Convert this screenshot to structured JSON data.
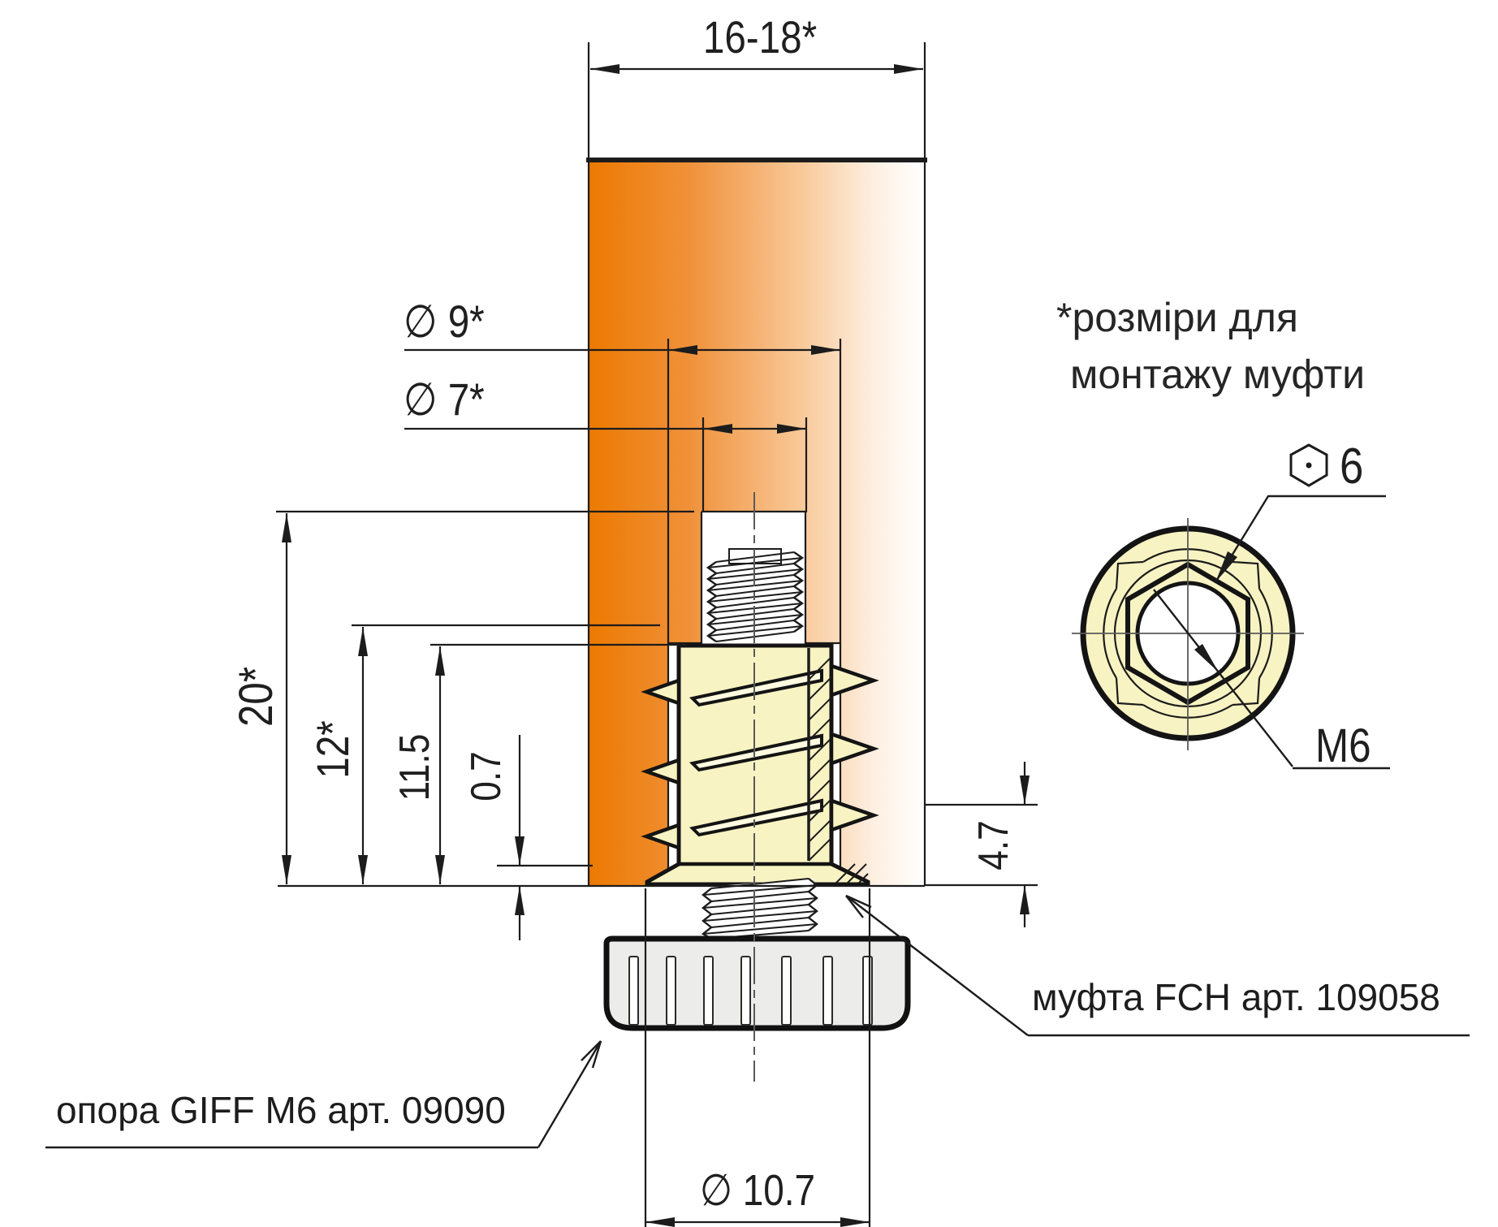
{
  "drawing": {
    "title_note": {
      "line1": "*розміри для",
      "line2": "монтажу муфти"
    },
    "dimensions": {
      "panel_width": "16-18*",
      "hole_dia_9": "∅ 9*",
      "hole_dia_7": "∅ 7*",
      "depth_20": "20*",
      "depth_12": "12*",
      "depth_11_5": "11.5",
      "recess_0_7": "0.7",
      "collar_4_7": "4.7",
      "flange_dia_10_7": "∅ 10.7",
      "hex_socket": "6",
      "thread": "M6"
    },
    "labels": {
      "coupling": "муфта FCH арт. 109058",
      "support": "опора GIFF M6 арт. 09090"
    },
    "colors": {
      "panel_orange": "#ec7a01",
      "insert_yellow": "#f8f3c2",
      "foot_gray": "#ececea",
      "line_black": "#1c1c1c"
    }
  }
}
